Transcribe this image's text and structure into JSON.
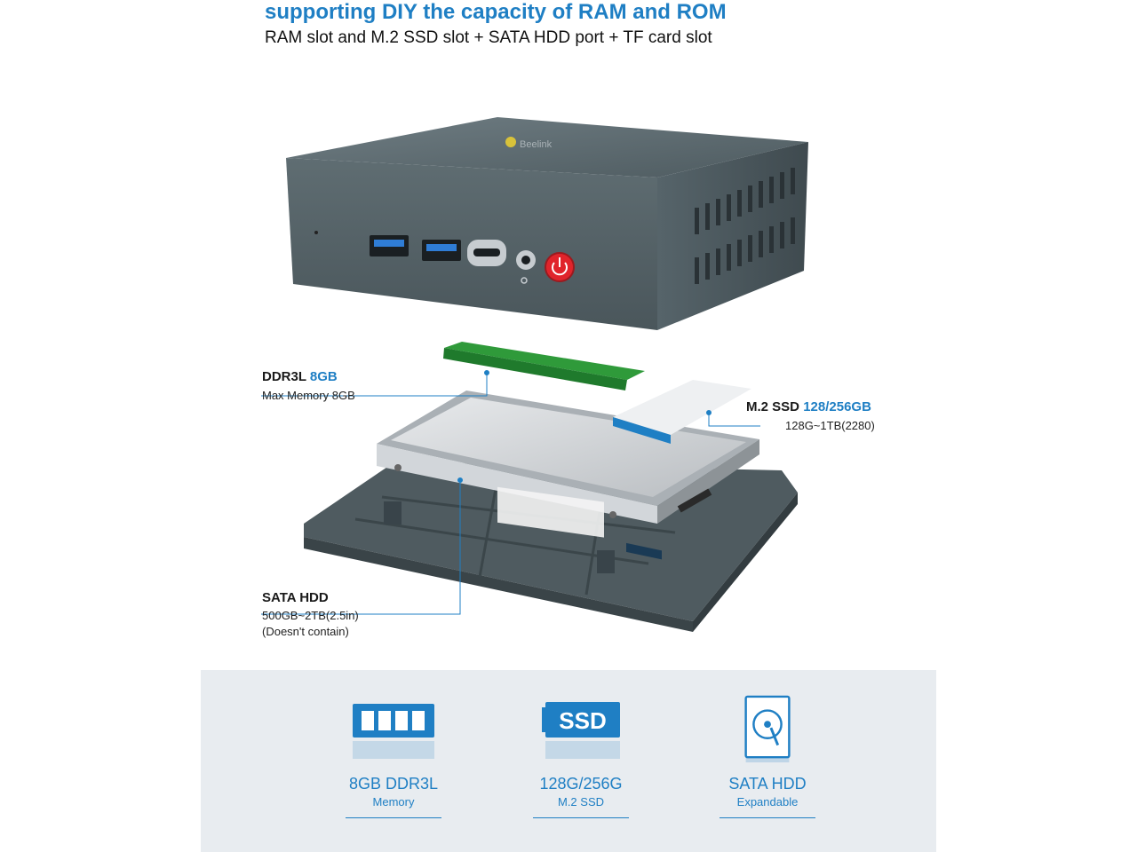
{
  "header": {
    "title": "supporting DIY the capacity of RAM and ROM",
    "subtitle": "RAM slot and M.2 SSD slot + SATA HDD port + TF card slot"
  },
  "callouts": {
    "ram": {
      "title_prefix": "DDR3L",
      "title_accent": "8GB",
      "sub": "Max Memory 8GB"
    },
    "ssd": {
      "title_prefix": "M.2 SSD",
      "title_accent": "128/256GB",
      "sub": "128G~1TB(2280)"
    },
    "hdd": {
      "title": "SATA HDD",
      "sub1": "500GB~2TB(2.5in)",
      "sub2": "(Doesn't contain)"
    }
  },
  "features": [
    {
      "icon": "memory-icon",
      "label": "8GB DDR3L",
      "sub": "Memory"
    },
    {
      "icon": "ssd-icon",
      "label": "128G/256G",
      "sub": "M.2 SSD",
      "icon_text": "SSD"
    },
    {
      "icon": "hard-drive-icon",
      "label": "SATA HDD",
      "sub": "Expandable"
    }
  ],
  "colors": {
    "accent": "#1f7fc4",
    "device_body": "#5c6a70",
    "power_button": "#e0242b",
    "panel_bg": "#e8ecf0"
  }
}
